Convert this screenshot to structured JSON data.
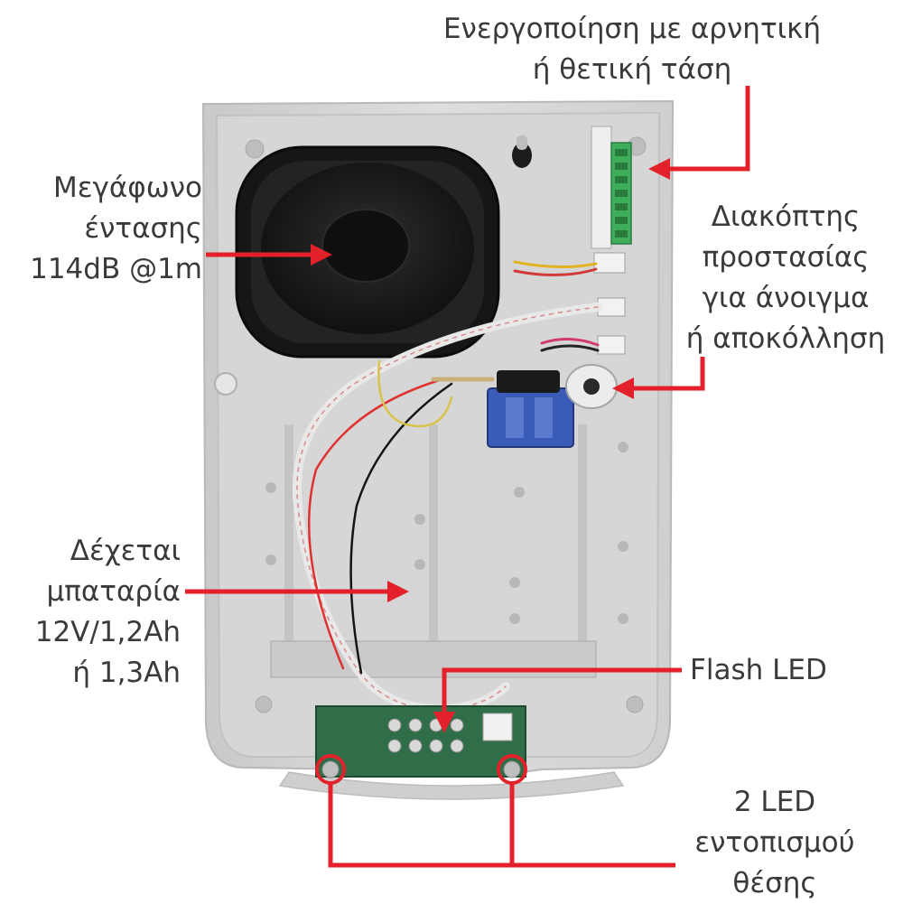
{
  "annotations": {
    "activation": {
      "lines": [
        "Ενεργοποίηση με αρνητική",
        "ή θετική τάση"
      ]
    },
    "speaker": {
      "lines": [
        "Μεγάφωνο",
        "έντασης",
        "114dB @1m"
      ]
    },
    "tamper": {
      "lines": [
        "Διακόπτης",
        "προστασίας",
        "για άνοιγμα",
        "ή αποκόλληση"
      ]
    },
    "battery": {
      "lines": [
        "Δέχεται",
        "μπαταρία",
        "12V/1,2Ah",
        "ή 1,3Αh"
      ]
    },
    "flash": {
      "lines": [
        "Flash LED"
      ]
    },
    "locator": {
      "lines": [
        "2 LED",
        "εντοπισμού",
        "θέσης"
      ]
    }
  },
  "colors": {
    "arrow": "#e3212b",
    "text": "#3a3a3a",
    "housing": "#d9d9d9",
    "speaker": "#1e1e1e",
    "terminal": "#3fae5a",
    "pcb": "#2f6e48",
    "battery_clip": "#3a5bb8"
  },
  "icons": [
    "speaker-horn-icon",
    "terminal-block-icon",
    "tamper-switch-icon",
    "led-board-icon"
  ]
}
